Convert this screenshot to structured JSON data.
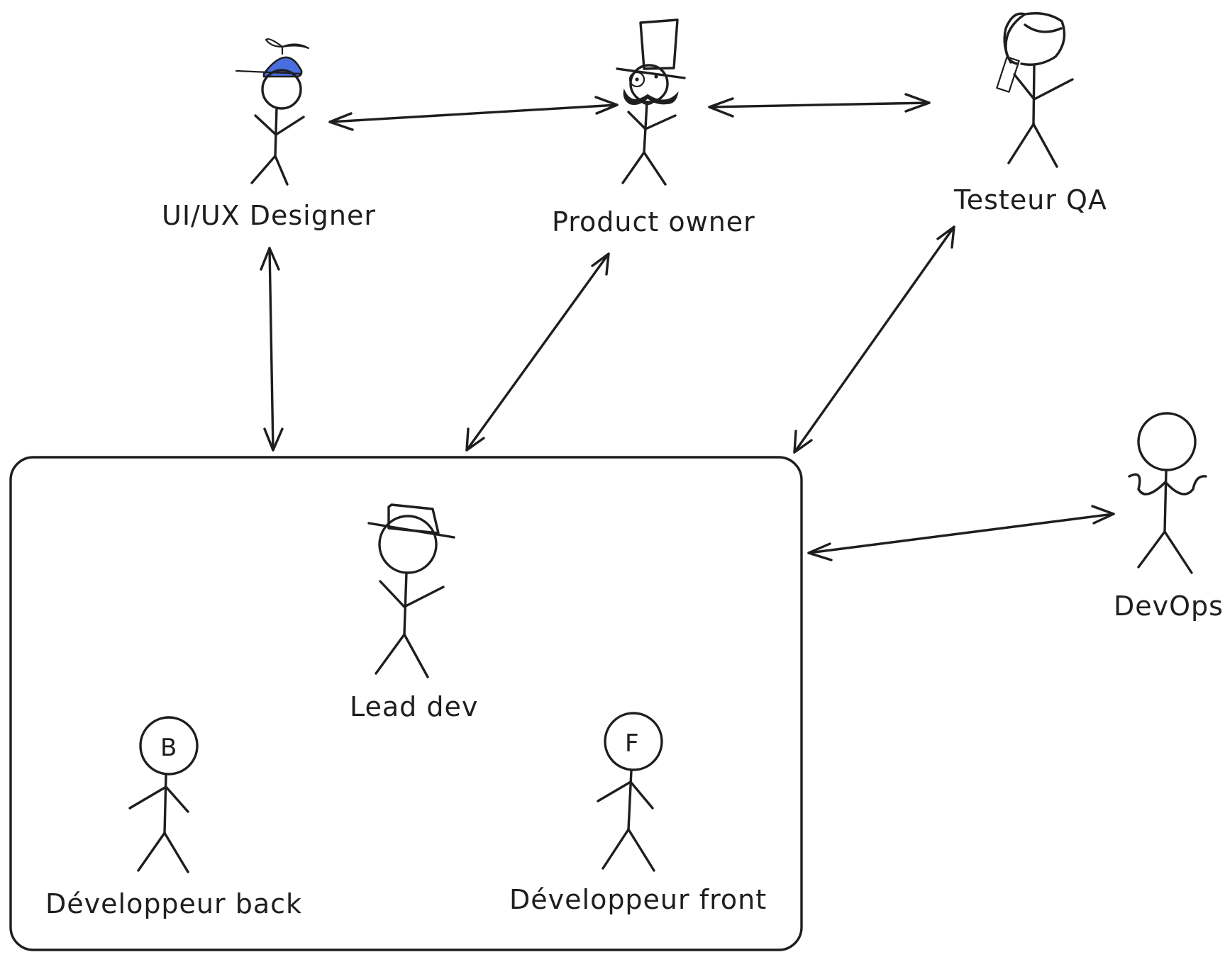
{
  "colors": {
    "ink": "#1e1e1e",
    "background": "#ffffff",
    "cap_accent": "#4a6ee0"
  },
  "roles": {
    "ui_ux_designer": "UI/UX Designer",
    "product_owner": "Product owner",
    "testeur_qa": "Testeur QA",
    "devops": "DevOps",
    "lead_dev": "Lead dev",
    "developpeur_back": "Développeur back",
    "developpeur_front": "Développeur front"
  },
  "badges": {
    "back": "B",
    "front": "F"
  },
  "icons": {
    "ui_ux_designer": "propeller-cap-person-icon",
    "product_owner": "top-hat-monocle-person-icon",
    "testeur_qa": "person-with-phone-icon",
    "devops": "shrugging-person-icon",
    "lead_dev": "hat-person-icon",
    "developpeur_back": "person-b-icon",
    "developpeur_front": "person-f-icon"
  },
  "connections": [
    {
      "from": "UI/UX Designer",
      "to": "Product owner",
      "direction": "both"
    },
    {
      "from": "Product owner",
      "to": "Testeur QA",
      "direction": "both"
    },
    {
      "from": "UI/UX Designer",
      "to": "development team",
      "direction": "both"
    },
    {
      "from": "Product owner",
      "to": "development team",
      "direction": "both"
    },
    {
      "from": "Testeur QA",
      "to": "development team",
      "direction": "both"
    },
    {
      "from": "development team",
      "to": "DevOps",
      "direction": "both"
    }
  ]
}
